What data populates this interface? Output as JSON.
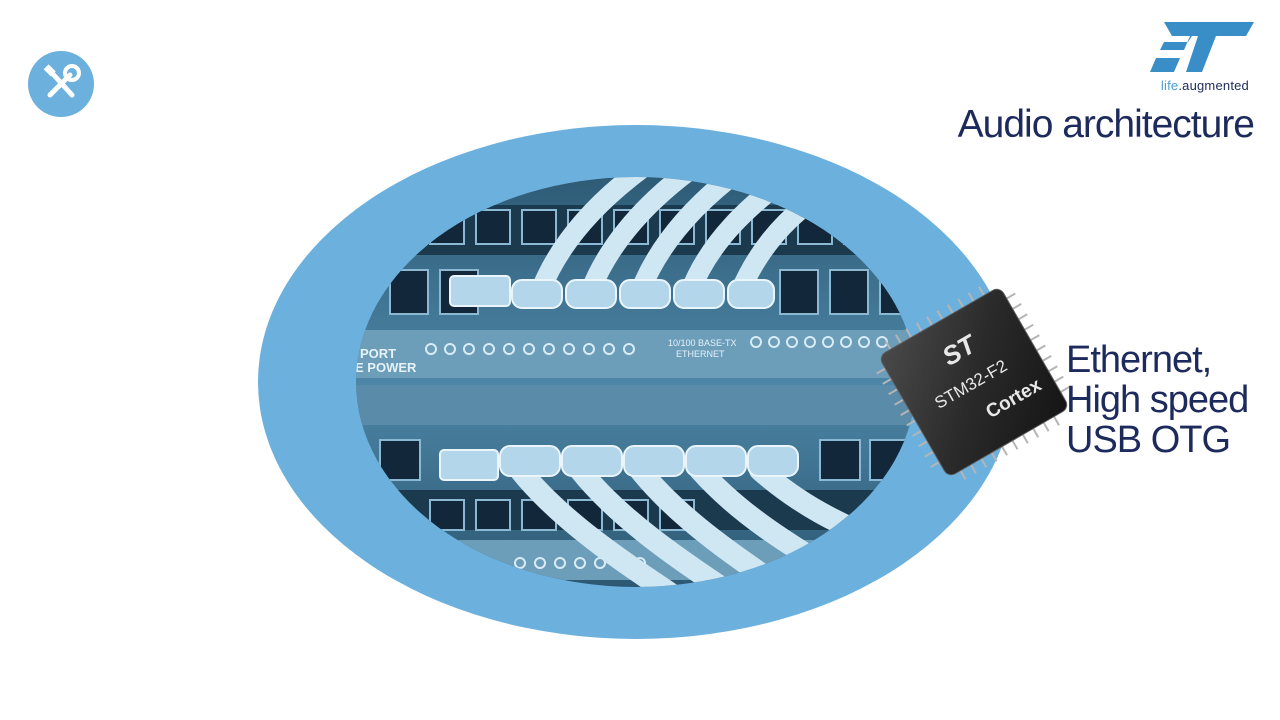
{
  "slide": {
    "title": "Audio architecture",
    "feature_lines": [
      "Ethernet,",
      "High speed",
      "USB OTG"
    ]
  },
  "brand": {
    "logo_text": "ST",
    "tagline_life": "life",
    "tagline_dot": ".",
    "tagline_augmented": "augmented"
  },
  "chip": {
    "brand": "ST",
    "part": "STM32-F2",
    "core": "Cortex"
  },
  "photo": {
    "panel_labels": [
      "PORT",
      "E POWER",
      "10/100 BASE-TX",
      "ETHERNET"
    ]
  },
  "colors": {
    "accent_blue": "#6cb0de",
    "navy": "#1d2a5c",
    "logo_blue": "#3a8ec8",
    "tagline_blue": "#4a9fd4"
  },
  "icons": {
    "tools_badge": "wrench-screwdriver-icon",
    "logo": "st-logo-icon"
  }
}
